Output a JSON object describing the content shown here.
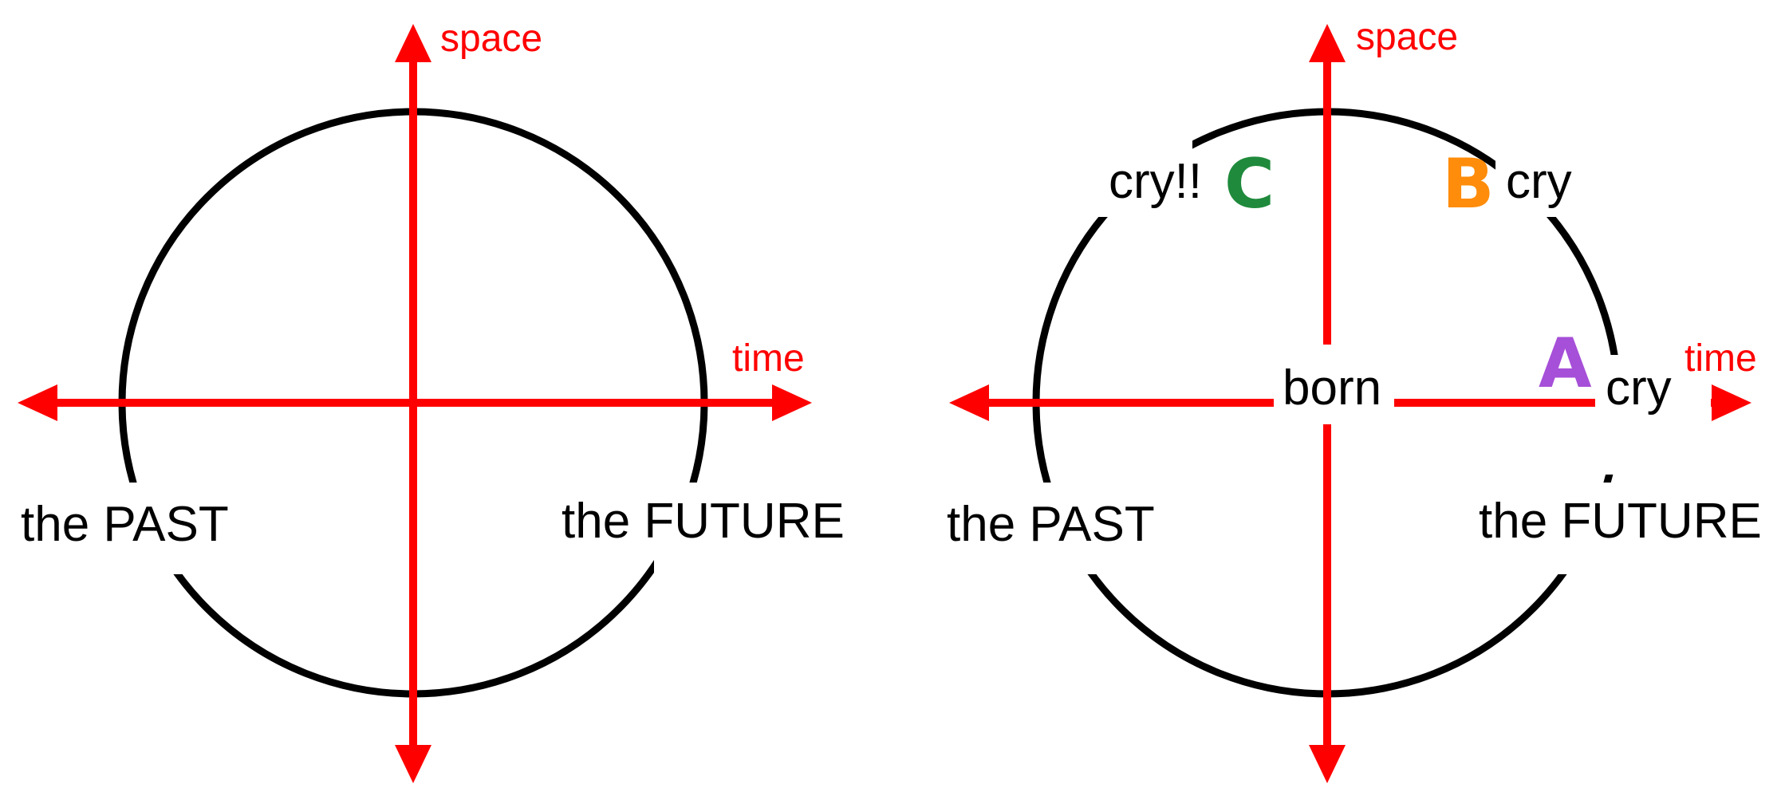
{
  "colors": {
    "axis": "#ff0000",
    "circle": "#000000",
    "A": "#a64fd8",
    "B": "#ff8c0a",
    "C": "#1f8a3c"
  },
  "left_panel": {
    "space_label": "space",
    "time_label": "time",
    "past_label": "the PAST",
    "future_label": "the FUTURE"
  },
  "right_panel": {
    "space_label": "space",
    "time_label": "time",
    "past_label": "the PAST",
    "future_label": "the FUTURE",
    "origin_label": "born",
    "point_a": {
      "letter": "A",
      "event": "cry"
    },
    "point_b": {
      "letter": "B",
      "event": "cry"
    },
    "point_c": {
      "letter": "C",
      "event": "cry!!"
    }
  }
}
